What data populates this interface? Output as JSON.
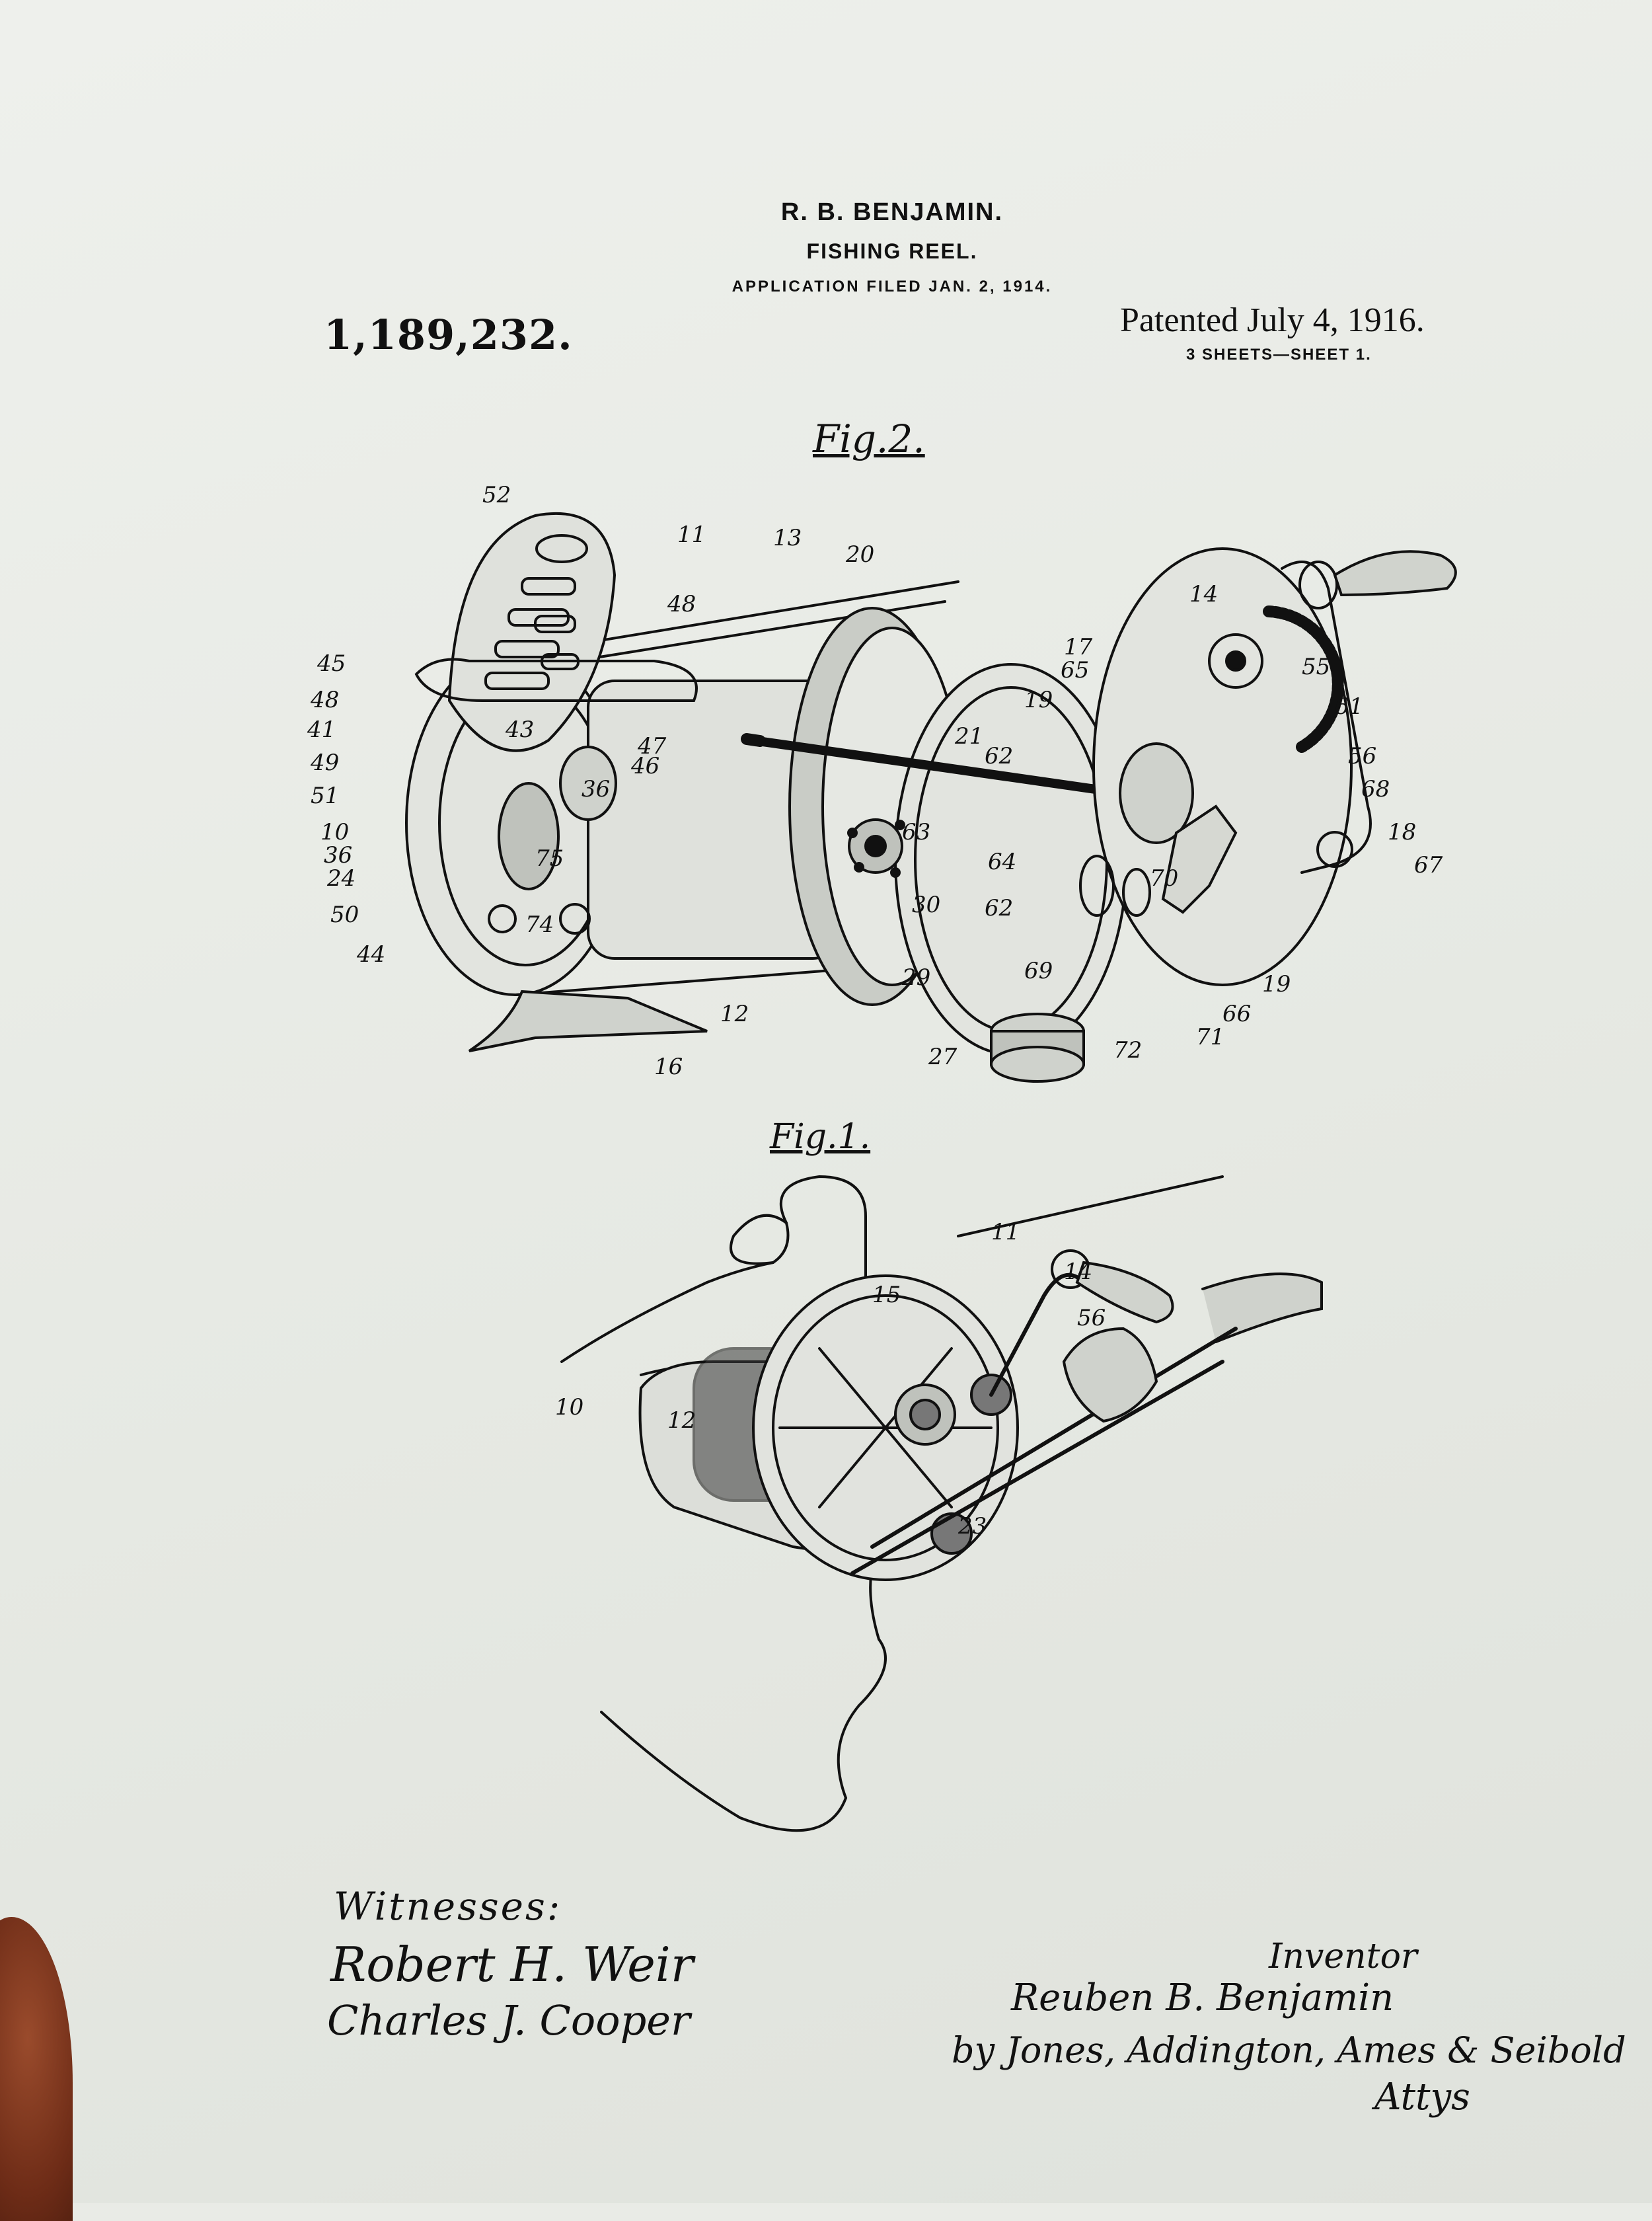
{
  "header": {
    "inventor_name": "R. B. BENJAMIN.",
    "invention_title": "FISHING REEL.",
    "application_filed": "APPLICATION FILED JAN. 2, 1914.",
    "patent_number": "1,189,232.",
    "patented_date": "Patented July 4, 1916.",
    "sheets": "3 SHEETS—SHEET 1."
  },
  "figures": {
    "fig2": {
      "label": "Fig.2.",
      "refs": [
        "52",
        "11",
        "13",
        "20",
        "14",
        "48",
        "17",
        "65",
        "55",
        "45",
        "19",
        "61",
        "48",
        "41",
        "43",
        "47",
        "21",
        "62",
        "56",
        "49",
        "36",
        "46",
        "68",
        "51",
        "10",
        "63",
        "18",
        "36",
        "64",
        "24",
        "75",
        "67",
        "50",
        "70",
        "74",
        "30",
        "62",
        "44",
        "29",
        "69",
        "19",
        "12",
        "27",
        "72",
        "71",
        "66",
        "16"
      ]
    },
    "fig1": {
      "label": "Fig.1.",
      "refs": [
        "11",
        "14",
        "15",
        "56",
        "10",
        "12",
        "23"
      ]
    }
  },
  "signatures": {
    "witnesses_label": "Witnesses:",
    "witness_1": "Robert H. Weir",
    "witness_2": "Charles J. Cooper",
    "inventor_label": "Inventor",
    "inventor": "Reuben B. Benjamin",
    "attorneys": "by Jones, Addington, Ames & Seibold",
    "attorneys_label": "Attys"
  },
  "colors": {
    "paper": "#e9ebe6",
    "ink": "#111111"
  }
}
